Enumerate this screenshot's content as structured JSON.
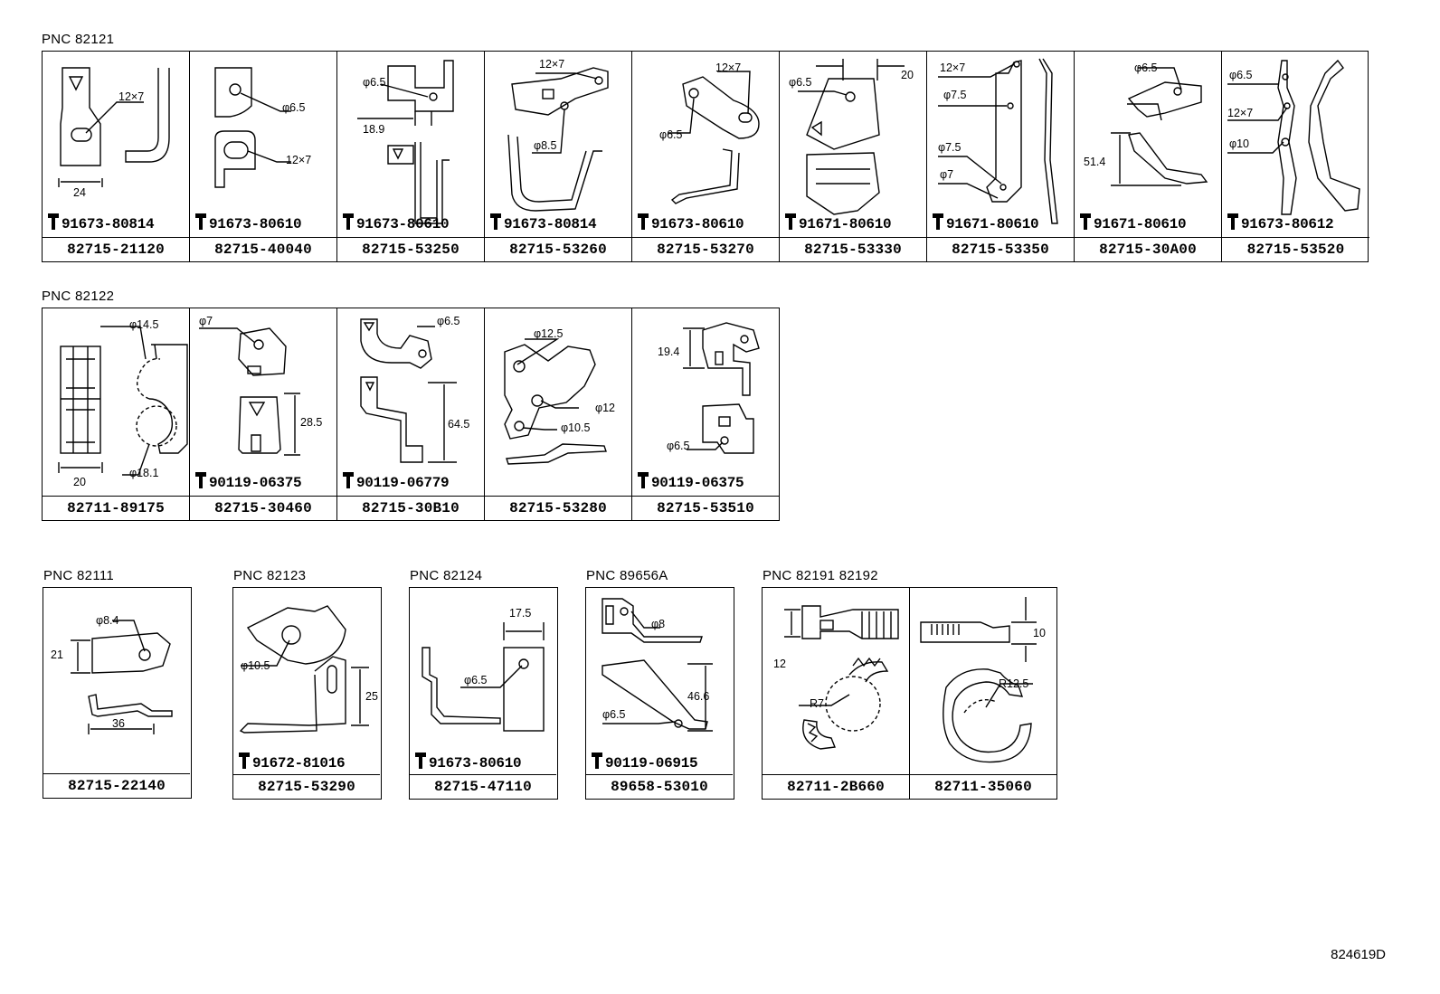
{
  "illustration_code": "824619D",
  "groups": [
    {
      "pnc": "PNC 82121",
      "cells": [
        {
          "part": "82715-21120",
          "bolt": "91673-80814",
          "dims": [
            "12×7",
            "24"
          ]
        },
        {
          "part": "82715-40040",
          "bolt": "91673-80610",
          "dims": [
            "φ6.5",
            "12×7"
          ]
        },
        {
          "part": "82715-53250",
          "bolt": "91673-80610",
          "dims": [
            "φ6.5",
            "18.9"
          ]
        },
        {
          "part": "82715-53260",
          "bolt": "91673-80814",
          "dims": [
            "12×7",
            "φ8.5"
          ]
        },
        {
          "part": "82715-53270",
          "bolt": "91673-80610",
          "dims": [
            "12×7",
            "φ6.5"
          ]
        },
        {
          "part": "82715-53330",
          "bolt": "91671-80610",
          "dims": [
            "φ6.5",
            "20"
          ]
        },
        {
          "part": "82715-53350",
          "bolt": "91671-80610",
          "dims": [
            "12×7",
            "φ7.5",
            "φ7.5",
            "φ7"
          ]
        },
        {
          "part": "82715-30A00",
          "bolt": "91671-80610",
          "dims": [
            "φ6.5",
            "51.4"
          ]
        },
        {
          "part": "82715-53520",
          "bolt": "91673-80612",
          "dims": [
            "φ6.5",
            "12×7",
            "φ10"
          ]
        }
      ]
    },
    {
      "pnc": "PNC 82122",
      "cells": [
        {
          "part": "82711-89175",
          "bolt": "",
          "dims": [
            "φ14.5",
            "20",
            "φ18.1"
          ]
        },
        {
          "part": "82715-30460",
          "bolt": "90119-06375",
          "dims": [
            "φ7",
            "28.5"
          ]
        },
        {
          "part": "82715-30B10",
          "bolt": "90119-06779",
          "dims": [
            "φ6.5",
            "64.5"
          ]
        },
        {
          "part": "82715-53280",
          "bolt": "",
          "dims": [
            "φ12.5",
            "φ12",
            "φ10.5"
          ]
        },
        {
          "part": "82715-53510",
          "bolt": "90119-06375",
          "dims": [
            "19.4",
            "φ6.5"
          ]
        }
      ]
    },
    {
      "pnc": "PNC 82111",
      "cells": [
        {
          "part": "82715-22140",
          "bolt": "",
          "dims": [
            "φ8.4",
            "21",
            "36"
          ]
        }
      ]
    },
    {
      "pnc": "PNC 82123",
      "cells": [
        {
          "part": "82715-53290",
          "bolt": "91672-81016",
          "dims": [
            "φ10.5",
            "25"
          ]
        }
      ]
    },
    {
      "pnc": "PNC 82124",
      "cells": [
        {
          "part": "82715-47110",
          "bolt": "91673-80610",
          "dims": [
            "17.5",
            "φ6.5"
          ]
        }
      ]
    },
    {
      "pnc": "PNC 89656A",
      "cells": [
        {
          "part": "89658-53010",
          "bolt": "90119-06915",
          "dims": [
            "φ8",
            "46.6",
            "φ6.5"
          ]
        }
      ]
    },
    {
      "pnc": "PNC 82191 82192",
      "cells": [
        {
          "part": "82711-2B660",
          "bolt": "",
          "dims": [
            "12",
            "R7"
          ]
        },
        {
          "part": "82711-35060",
          "bolt": "",
          "dims": [
            "10",
            "R12.5"
          ]
        }
      ]
    }
  ]
}
